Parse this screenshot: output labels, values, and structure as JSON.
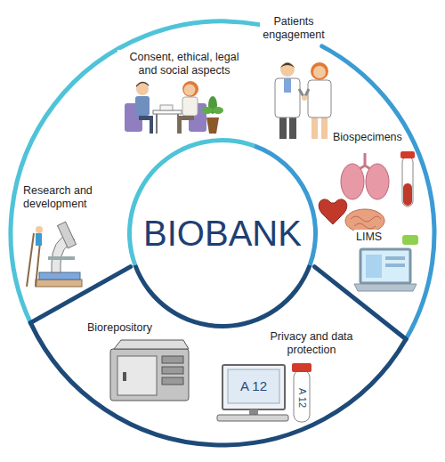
{
  "diagram": {
    "nodes": [
      {
        "text": [
          "BIOBANK"
        ]
      }
    ],
    "labels": [
      "Consent, ethical, legal and social aspects",
      "Patients engagement",
      "Biospecimens",
      "Research and development",
      "LIMS",
      "Biorepository",
      "Privacy and data protection",
      "A 12",
      "A 12"
    ]
  }
}
